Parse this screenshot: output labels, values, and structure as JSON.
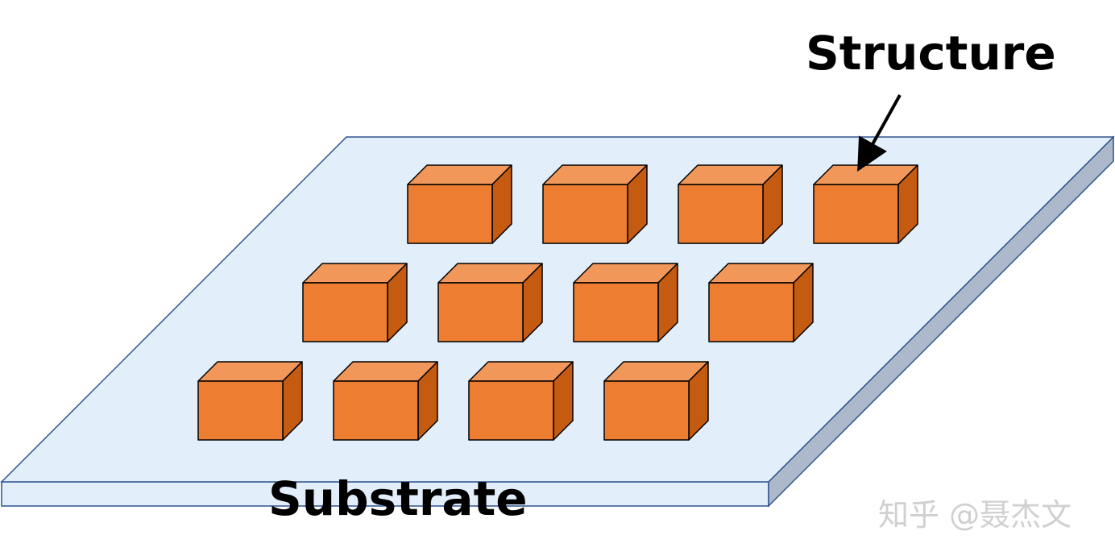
{
  "diagram": {
    "structure_label": "Structure",
    "substrate_label": "Substrate",
    "watermark": "知乎 @聂杰文",
    "colors": {
      "substrate_top": "#e2eefa",
      "substrate_side": "#adb9ca",
      "substrate_stroke": "#2f528f",
      "block_front": "#ed7d31",
      "block_top": "#f1975a",
      "block_side": "#c55a11",
      "block_stroke": "#000000",
      "arrow": "#000000"
    },
    "grid": {
      "rows": 3,
      "columns": 4
    }
  }
}
